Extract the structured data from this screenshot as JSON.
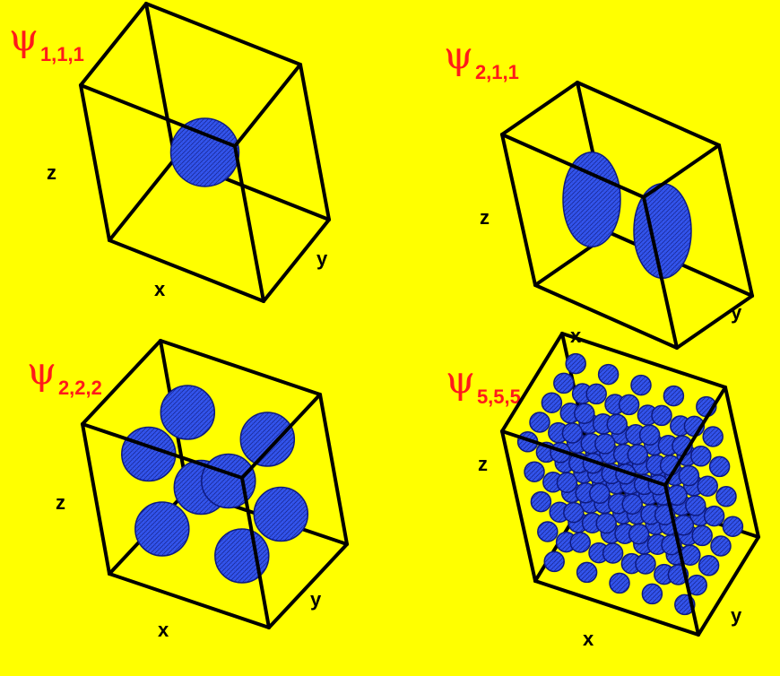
{
  "colors": {
    "background": "#ffff00",
    "label": "#ff1a1a",
    "edge": "#000000",
    "orb_fill": "#3355ee",
    "orb_dark": "#0d1a80",
    "orb_hatch": "#1a2a99"
  },
  "symbol": "ψ",
  "panels": [
    {
      "name": "psi-111",
      "subscript": "1,1,1",
      "x_label": "x",
      "y_label": "y",
      "z_label": "z",
      "grid": [
        1,
        1,
        1
      ]
    },
    {
      "name": "psi-211",
      "subscript": "2,1,1",
      "x_label": "x",
      "y_label": "y",
      "z_label": "z",
      "grid": [
        2,
        1,
        1
      ]
    },
    {
      "name": "psi-222",
      "subscript": "2,2,2",
      "x_label": "x",
      "y_label": "y",
      "z_label": "z",
      "grid": [
        2,
        2,
        2
      ]
    },
    {
      "name": "psi-555",
      "subscript": "5,5,5",
      "x_label": "x",
      "y_label": "y",
      "z_label": "z",
      "grid": [
        5,
        5,
        5
      ]
    }
  ]
}
